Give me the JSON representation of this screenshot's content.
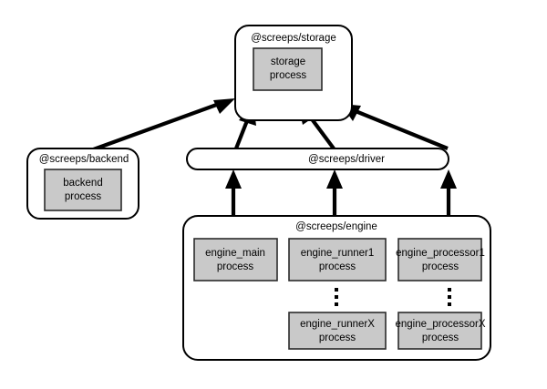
{
  "diagram": {
    "type": "architecture-block-diagram",
    "background_color": "#ffffff",
    "package_fill": "#ffffff",
    "process_fill": "#c9c9c9",
    "stroke_color": "#000000",
    "packages": {
      "storage": {
        "label": "@screeps/storage",
        "processes": [
          {
            "line1": "storage",
            "line2": "process"
          }
        ]
      },
      "backend": {
        "label": "@screeps/backend",
        "processes": [
          {
            "line1": "backend",
            "line2": "process"
          }
        ]
      },
      "driver": {
        "label": "@screeps/driver",
        "shape": "stadium"
      },
      "engine": {
        "label": "@screeps/engine",
        "columns": [
          {
            "name": "main",
            "processes": [
              {
                "line1": "engine_main",
                "line2": "process"
              }
            ],
            "ellipsis": false
          },
          {
            "name": "runner",
            "processes": [
              {
                "line1": "engine_runner1",
                "line2": "process"
              },
              {
                "line1": "engine_runnerX",
                "line2": "process"
              }
            ],
            "ellipsis": true
          },
          {
            "name": "processor",
            "processes": [
              {
                "line1": "engine_processor1",
                "line2": "process"
              },
              {
                "line1": "engine_processorX",
                "line2": "process"
              }
            ],
            "ellipsis": true
          }
        ]
      }
    },
    "edges": [
      {
        "from": "backend",
        "to": "storage",
        "direction": "up-right"
      },
      {
        "from": "driver",
        "to": "storage",
        "direction": "up-right"
      },
      {
        "from": "driver",
        "to": "storage",
        "direction": "up"
      },
      {
        "from": "driver",
        "to": "storage",
        "direction": "up-left"
      },
      {
        "from": "engine",
        "to": "driver",
        "direction": "up"
      },
      {
        "from": "engine",
        "to": "driver",
        "direction": "up"
      },
      {
        "from": "engine",
        "to": "driver",
        "direction": "up"
      }
    ]
  }
}
